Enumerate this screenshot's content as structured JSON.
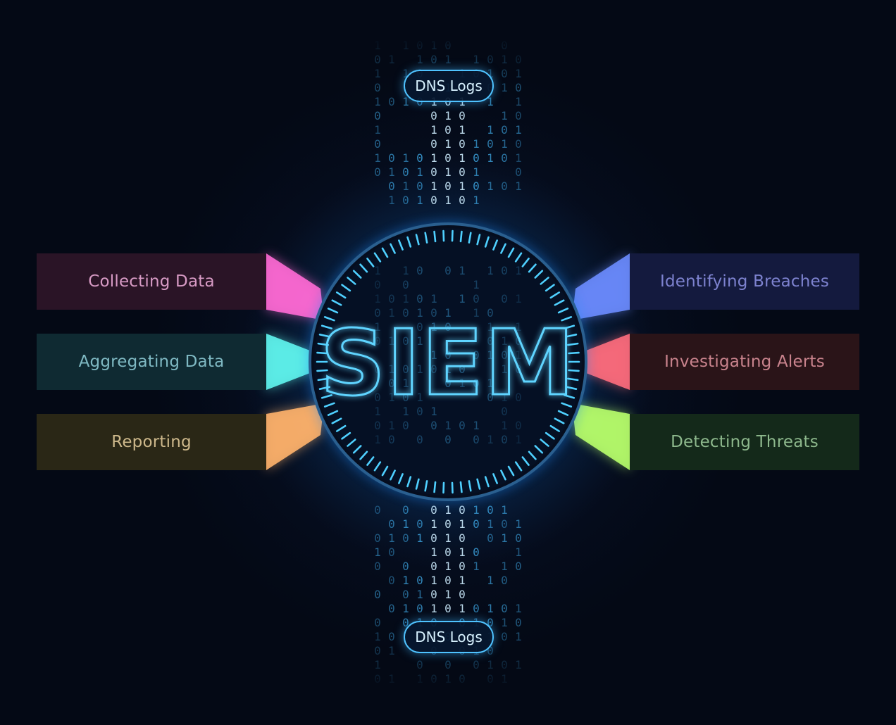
{
  "center": {
    "label": "SIEM"
  },
  "sources": {
    "top": "DNS Logs",
    "bottom": "DNS Logs"
  },
  "functions": {
    "left": [
      {
        "label": "Collecting Data",
        "color": "#ff6ad5",
        "text_color": "#d79ac4",
        "panel_color": "#2a1426"
      },
      {
        "label": "Aggregating Data",
        "color": "#5ff5ee",
        "text_color": "#7fb9c3",
        "panel_color": "#0f2a32"
      },
      {
        "label": "Reporting",
        "color": "#ffb36b",
        "text_color": "#cdb88b",
        "panel_color": "#2a2716"
      }
    ],
    "right": [
      {
        "label": "Identifying Breaches",
        "color": "#6b8cff",
        "text_color": "#7d82cf",
        "panel_color": "#141a3e"
      },
      {
        "label": "Investigating Alerts",
        "color": "#ff6d7d",
        "text_color": "#c9838d",
        "panel_color": "#2a1418"
      },
      {
        "label": "Detecting Threats",
        "color": "#b8ff6b",
        "text_color": "#8db88c",
        "panel_color": "#14291a"
      }
    ]
  },
  "colors": {
    "glow": "#2ea8ff",
    "ring": "#4fd0ff",
    "binary": "#3fa9e6"
  }
}
